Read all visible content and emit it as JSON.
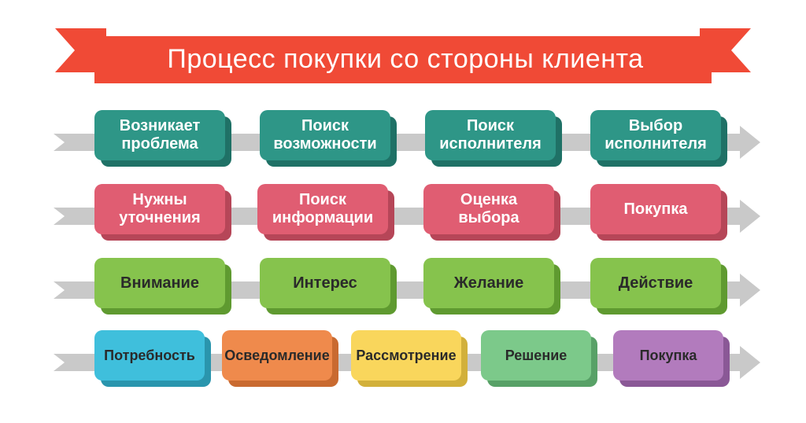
{
  "title": "Процесс покупки со стороны клиента",
  "colors": {
    "banner": "#f04a36",
    "banner_dark": "#c73322",
    "arrow": "#c9c9c9",
    "teal": "#2e9687",
    "teal_dark": "#1f7166",
    "pink": "#e05d72",
    "pink_dark": "#b64658",
    "green": "#86c34d",
    "green_dark": "#5f9a30",
    "text_light": "#ffffff",
    "text_dark": "#2a2a2a"
  },
  "rows": [
    {
      "name": "row-1",
      "steps": [
        {
          "label": "Возникает\nпроблема"
        },
        {
          "label": "Поиск\nвозможности"
        },
        {
          "label": "Поиск\nисполнителя"
        },
        {
          "label": "Выбор\nисполнителя"
        }
      ]
    },
    {
      "name": "row-2",
      "steps": [
        {
          "label": "Нужны\nуточнения"
        },
        {
          "label": "Поиск\nинформации"
        },
        {
          "label": "Оценка\nвыбора"
        },
        {
          "label": "Покупка"
        }
      ]
    },
    {
      "name": "row-3",
      "steps": [
        {
          "label": "Внимание"
        },
        {
          "label": "Интерес"
        },
        {
          "label": "Желание"
        },
        {
          "label": "Действие"
        }
      ]
    },
    {
      "name": "row-4",
      "steps": [
        {
          "label": "Потребность",
          "color": "#3fbfdc",
          "shadow": "#2a95ad"
        },
        {
          "label": "Осведомление",
          "color": "#ef8a4c",
          "shadow": "#c96a30"
        },
        {
          "label": "Рассмотрение",
          "color": "#f9d65c",
          "shadow": "#d2b03a"
        },
        {
          "label": "Решение",
          "color": "#7cc98a",
          "shadow": "#58a167"
        },
        {
          "label": "Покупка",
          "color": "#b27bbd",
          "shadow": "#8a5896"
        }
      ]
    }
  ]
}
